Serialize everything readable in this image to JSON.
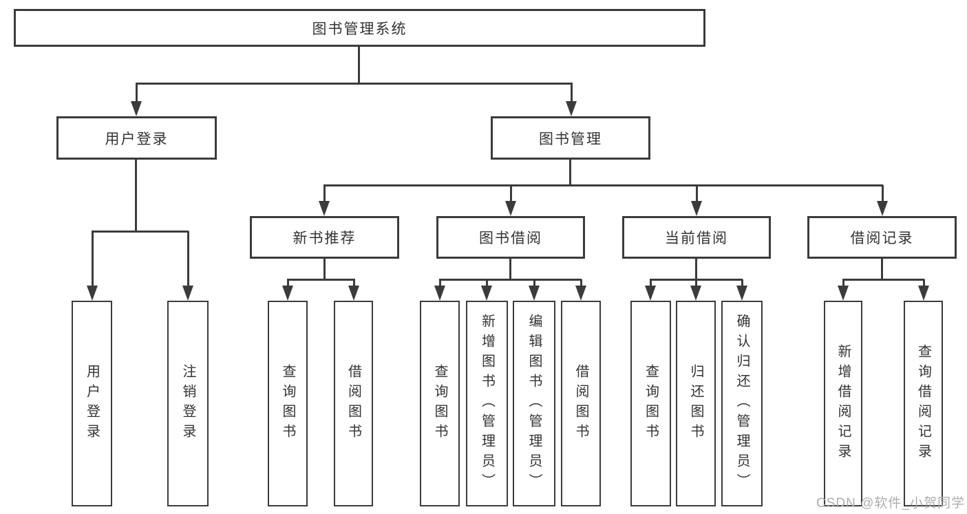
{
  "colors": {
    "line": "#3b3b3b",
    "text": "#333333",
    "bg": "#ffffff",
    "watermark": "#adadad"
  },
  "nodes": {
    "root": "图书管理系统",
    "user_login": "用户登录",
    "book_mgmt": "图书管理",
    "new_book": "新书推荐",
    "book_borrow": "图书借阅",
    "current_borrow": "当前借阅",
    "borrow_records": "借阅记录",
    "leaf_user_login": "用户登录",
    "leaf_logout": "注销登录",
    "leaf_nb_query": "查询图书",
    "leaf_nb_borrow": "借阅图书",
    "leaf_bb_query": "查询图书",
    "leaf_bb_add": "新增图书（管理员）",
    "leaf_bb_edit": "编辑图书（管理员）",
    "leaf_bb_borrow": "借阅图书",
    "leaf_cb_query": "查询图书",
    "leaf_cb_return": "归还图书",
    "leaf_cb_confirm": "确认归还（管理员）",
    "leaf_br_add": "新增借阅记录",
    "leaf_br_query": "查询借阅记录"
  },
  "watermark": {
    "text": "CSDN @软件_小贺同学"
  }
}
